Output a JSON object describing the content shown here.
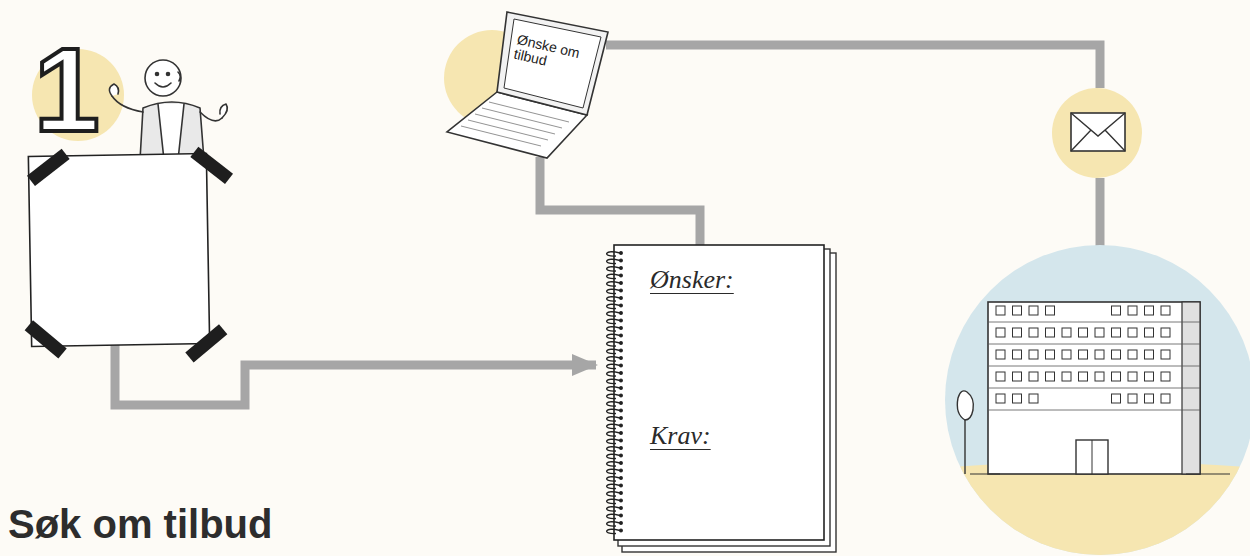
{
  "diagram": {
    "title": "Søk om tilbud",
    "nodes": [
      {
        "text": [
          "1"
        ]
      },
      {
        "text": [
          "Ønsker:",
          "Krav:"
        ]
      },
      {
        "text": [
          "Ønske om tilbud"
        ]
      }
    ],
    "edges": [
      {
        "from": 0,
        "to": 1,
        "arrow": "to"
      },
      {
        "from": 1,
        "to": 2,
        "arrow": "none"
      }
    ]
  }
}
